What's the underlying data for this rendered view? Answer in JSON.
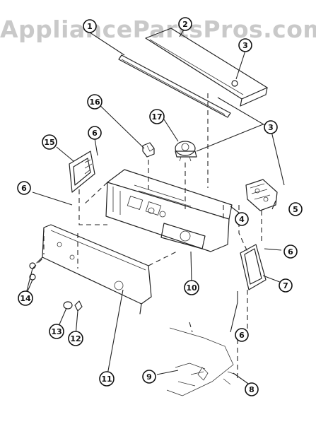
{
  "watermark": "AppliancePartsPros.com",
  "callouts": [
    {
      "label": "1"
    },
    {
      "label": "2"
    },
    {
      "label": "3"
    },
    {
      "label": "3"
    },
    {
      "label": "4"
    },
    {
      "label": "5"
    },
    {
      "label": "6"
    },
    {
      "label": "6"
    },
    {
      "label": "6"
    },
    {
      "label": "6"
    },
    {
      "label": "7"
    },
    {
      "label": "8"
    },
    {
      "label": "9"
    },
    {
      "label": "10"
    },
    {
      "label": "11"
    },
    {
      "label": "12"
    },
    {
      "label": "13"
    },
    {
      "label": "14"
    },
    {
      "label": "15"
    },
    {
      "label": "16"
    },
    {
      "label": "17"
    }
  ]
}
